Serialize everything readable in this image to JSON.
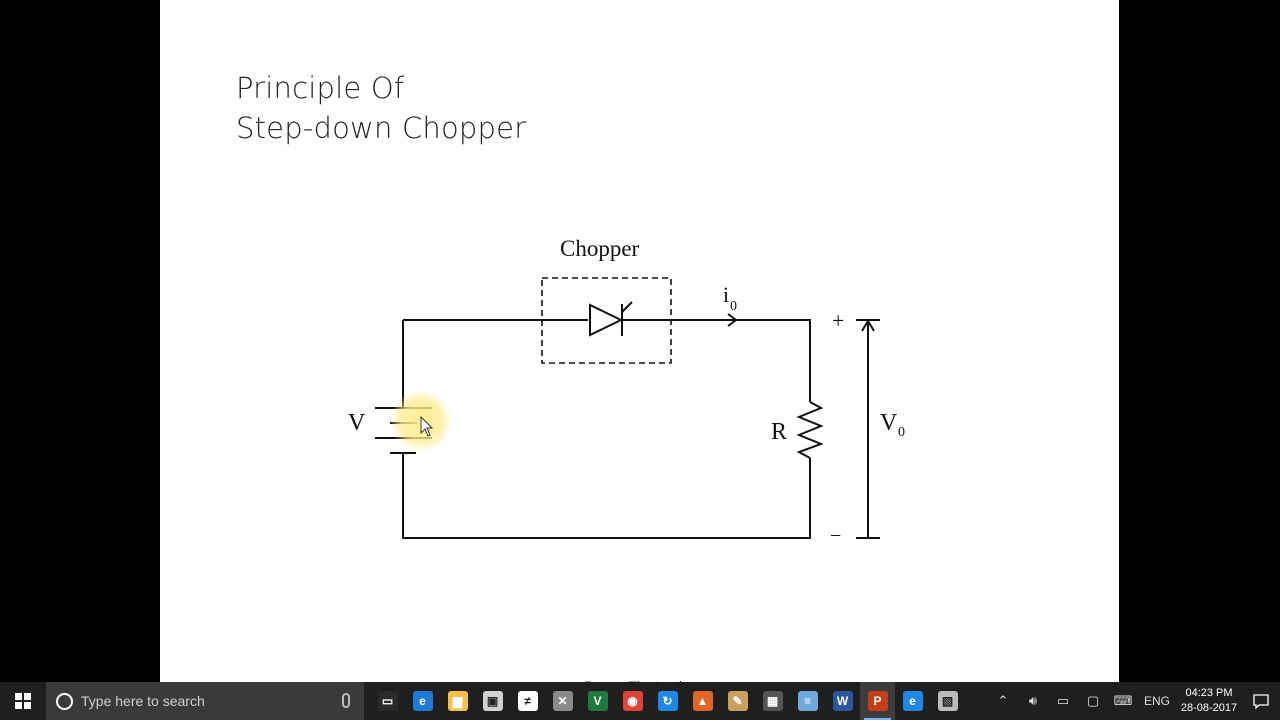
{
  "slide": {
    "title_line1": "Principle Of",
    "title_line2": "Step-down Chopper",
    "footer": "Power Electronics"
  },
  "circuit": {
    "chopper_label": "Chopper",
    "current_label": "i",
    "current_sub": "0",
    "source_label": "V",
    "resistor_label": "R",
    "output_label": "V",
    "output_sub": "0",
    "plus_sign": "+",
    "minus_sign": "−"
  },
  "taskbar": {
    "search_placeholder": "Type here to search",
    "apps": [
      {
        "name": "task-view-icon",
        "color": "#2a2a2a",
        "glyph": "▭"
      },
      {
        "name": "edge-icon",
        "color": "#1e7ad6",
        "glyph": "e"
      },
      {
        "name": "file-explorer-icon",
        "color": "#f2c14b",
        "glyph": "▆"
      },
      {
        "name": "store-icon",
        "color": "#d0d0d0",
        "glyph": "▣"
      },
      {
        "name": "sketch-app-icon",
        "color": "#ffffff",
        "glyph": "≠"
      },
      {
        "name": "tools-app-icon",
        "color": "#8a8a8a",
        "glyph": "✕"
      },
      {
        "name": "excel-like-app-icon",
        "color": "#1f7a3c",
        "glyph": "V"
      },
      {
        "name": "chrome-icon",
        "color": "#db4437",
        "glyph": "◉"
      },
      {
        "name": "refresh-app-icon",
        "color": "#1e88e5",
        "glyph": "↻"
      },
      {
        "name": "matlab-icon",
        "color": "#e0662a",
        "glyph": "▲"
      },
      {
        "name": "paint-icon",
        "color": "#c8a060",
        "glyph": "✎"
      },
      {
        "name": "calculator-icon",
        "color": "#555555",
        "glyph": "▦"
      },
      {
        "name": "notepad-icon",
        "color": "#6fa8dc",
        "glyph": "≡"
      },
      {
        "name": "word-icon",
        "color": "#2b579a",
        "glyph": "W"
      },
      {
        "name": "powerpoint-icon",
        "color": "#c43e1c",
        "glyph": "P"
      },
      {
        "name": "internet-explorer-icon",
        "color": "#1e88e5",
        "glyph": "e"
      },
      {
        "name": "photos-icon",
        "color": "#bbbbbb",
        "glyph": "▧"
      }
    ],
    "language": "ENG",
    "time": "04:23 PM",
    "date": "28-08-2017"
  }
}
